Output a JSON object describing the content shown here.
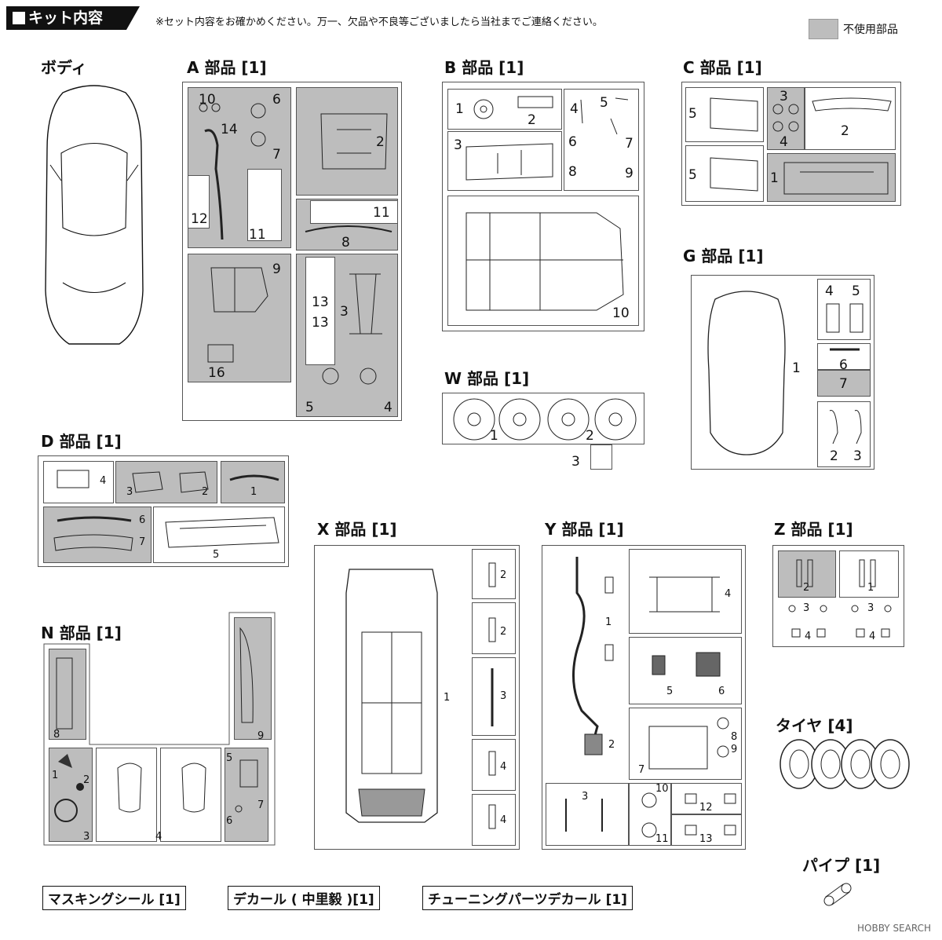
{
  "header": {
    "title": "キット内容",
    "note": "※セット内容をお確かめください。万一、欠品や不良等ございましたら当社までご連絡ください。",
    "legend": "不使用部品"
  },
  "sections": {
    "body": {
      "title": "ボディ"
    },
    "a": {
      "title": "A 部品 [1]",
      "nums": [
        "10",
        "6",
        "14",
        "7",
        "2",
        "12",
        "11",
        "11",
        "8",
        "9",
        "13",
        "13",
        "3",
        "16",
        "5",
        "4"
      ]
    },
    "b": {
      "title": "B 部品 [1]",
      "nums": [
        "1",
        "2",
        "4",
        "5",
        "3",
        "6",
        "7",
        "8",
        "9",
        "10"
      ]
    },
    "c": {
      "title": "C 部品 [1]",
      "nums": [
        "5",
        "3",
        "4",
        "2",
        "5",
        "1"
      ]
    },
    "g": {
      "title": "G 部品 [1]",
      "nums": [
        "4",
        "5",
        "1",
        "6",
        "7",
        "2",
        "3"
      ]
    },
    "w": {
      "title": "W 部品 [1]",
      "nums": [
        "1",
        "2",
        "3"
      ]
    },
    "d": {
      "title": "D 部品 [1]",
      "nums": [
        "4",
        "3",
        "2",
        "1",
        "6",
        "7",
        "5"
      ]
    },
    "x": {
      "title": "X 部品 [1]",
      "nums": [
        "2",
        "2",
        "3",
        "1",
        "4",
        "4"
      ]
    },
    "y": {
      "title": "Y 部品 [1]",
      "nums": [
        "4",
        "1",
        "5",
        "6",
        "2",
        "8",
        "9",
        "7",
        "3",
        "10",
        "12",
        "11",
        "13"
      ]
    },
    "z": {
      "title": "Z 部品 [1]",
      "nums": [
        "2",
        "1",
        "3",
        "3",
        "4",
        "4"
      ]
    },
    "tire": {
      "title": "タイヤ [4]"
    },
    "n": {
      "title": "N 部品 [1]",
      "nums": [
        "8",
        "9",
        "1",
        "2",
        "5",
        "7",
        "3",
        "6",
        "4"
      ]
    },
    "pipe": {
      "title": "パイプ [1]"
    }
  },
  "footer": {
    "masking": "マスキングシール [1]",
    "decal1": "デカール ( 中里毅 )[1]",
    "decal2": "チューニングパーツデカール [1]"
  },
  "watermark": "HOBBY SEARCH",
  "colors": {
    "unused": "#bdbdbd",
    "ink": "#111111"
  }
}
